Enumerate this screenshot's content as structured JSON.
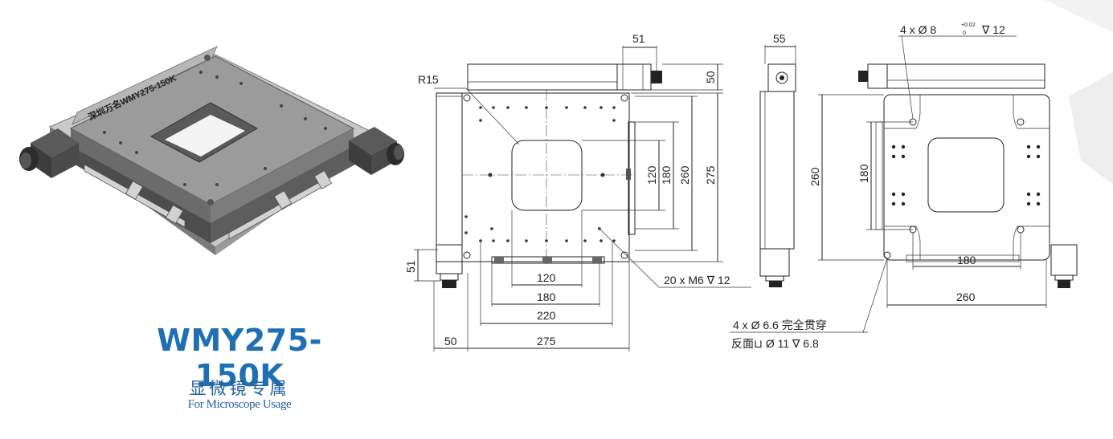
{
  "product": {
    "model": "WMY275-150K",
    "usage_cn": "显微镜专属",
    "usage_en": "For Microscope Usage",
    "engraving": "深圳万名WMY275-150K"
  },
  "front_view": {
    "dims": {
      "motor_width": "51",
      "motor_height": "50",
      "radius": "R15",
      "inner_120_v": "120",
      "inner_180_v": "180",
      "inner_260_v": "260",
      "outer_275_v": "275",
      "bottom_motor": "51",
      "inner_120_h": "120",
      "inner_180_h": "180",
      "inner_220_h": "220",
      "offset_50": "50",
      "outer_275_h": "275",
      "thread_holes": "20 x  M6 ∇ 12"
    }
  },
  "side_view": {
    "dims": {
      "width": "55"
    }
  },
  "back_view": {
    "dims": {
      "pin_holes": "4 x  Ø  8",
      "pin_tol_upper": "+0.02",
      "pin_tol_lower": "0",
      "pin_depth": "∇ 12",
      "height_260": "260",
      "inner_180_v": "180",
      "inner_180_h": "180",
      "width_260": "260",
      "through_holes": "4 x  Ø  6.6 完全贯穿",
      "counterbore": "反面⊔  Ø  11  ∇  6.8"
    }
  }
}
